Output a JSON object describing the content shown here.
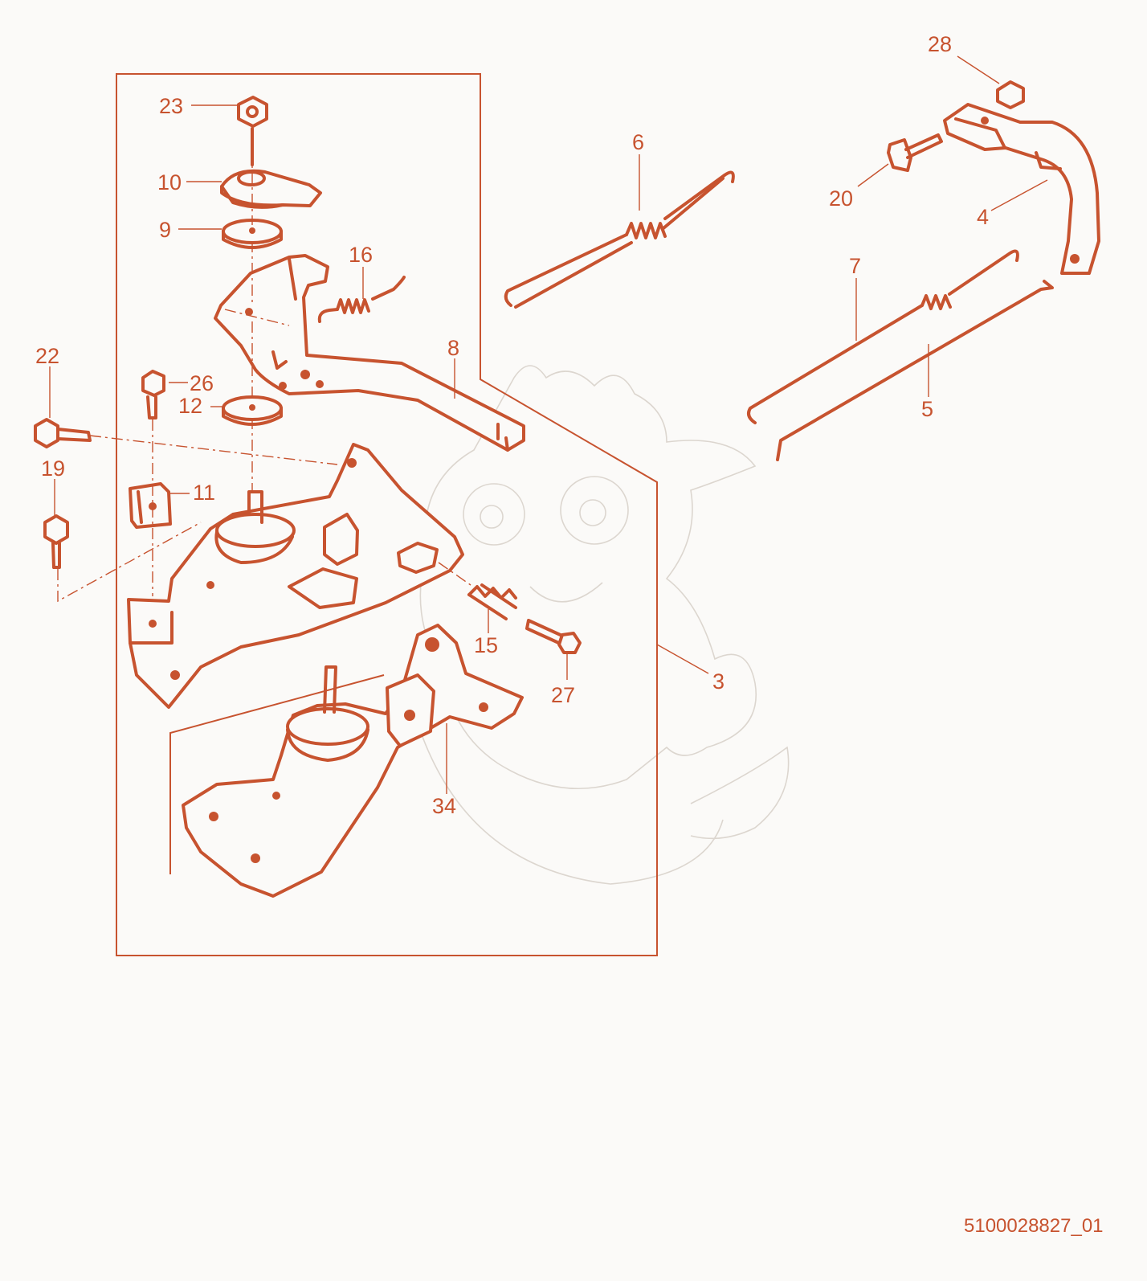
{
  "diagram": {
    "part_labels": [
      "28",
      "23",
      "6",
      "10",
      "9",
      "16",
      "20",
      "4",
      "7",
      "22",
      "26",
      "12",
      "8",
      "5",
      "19",
      "11",
      "15",
      "27",
      "3",
      "34"
    ]
  },
  "document_id": "5100028827_01",
  "colors": {
    "line": "#c7532f",
    "background": "#fbfaf8",
    "watermark": "#dcd6cf"
  },
  "icons": {
    "watermark": "dragon-mascot-watermark-icon"
  }
}
